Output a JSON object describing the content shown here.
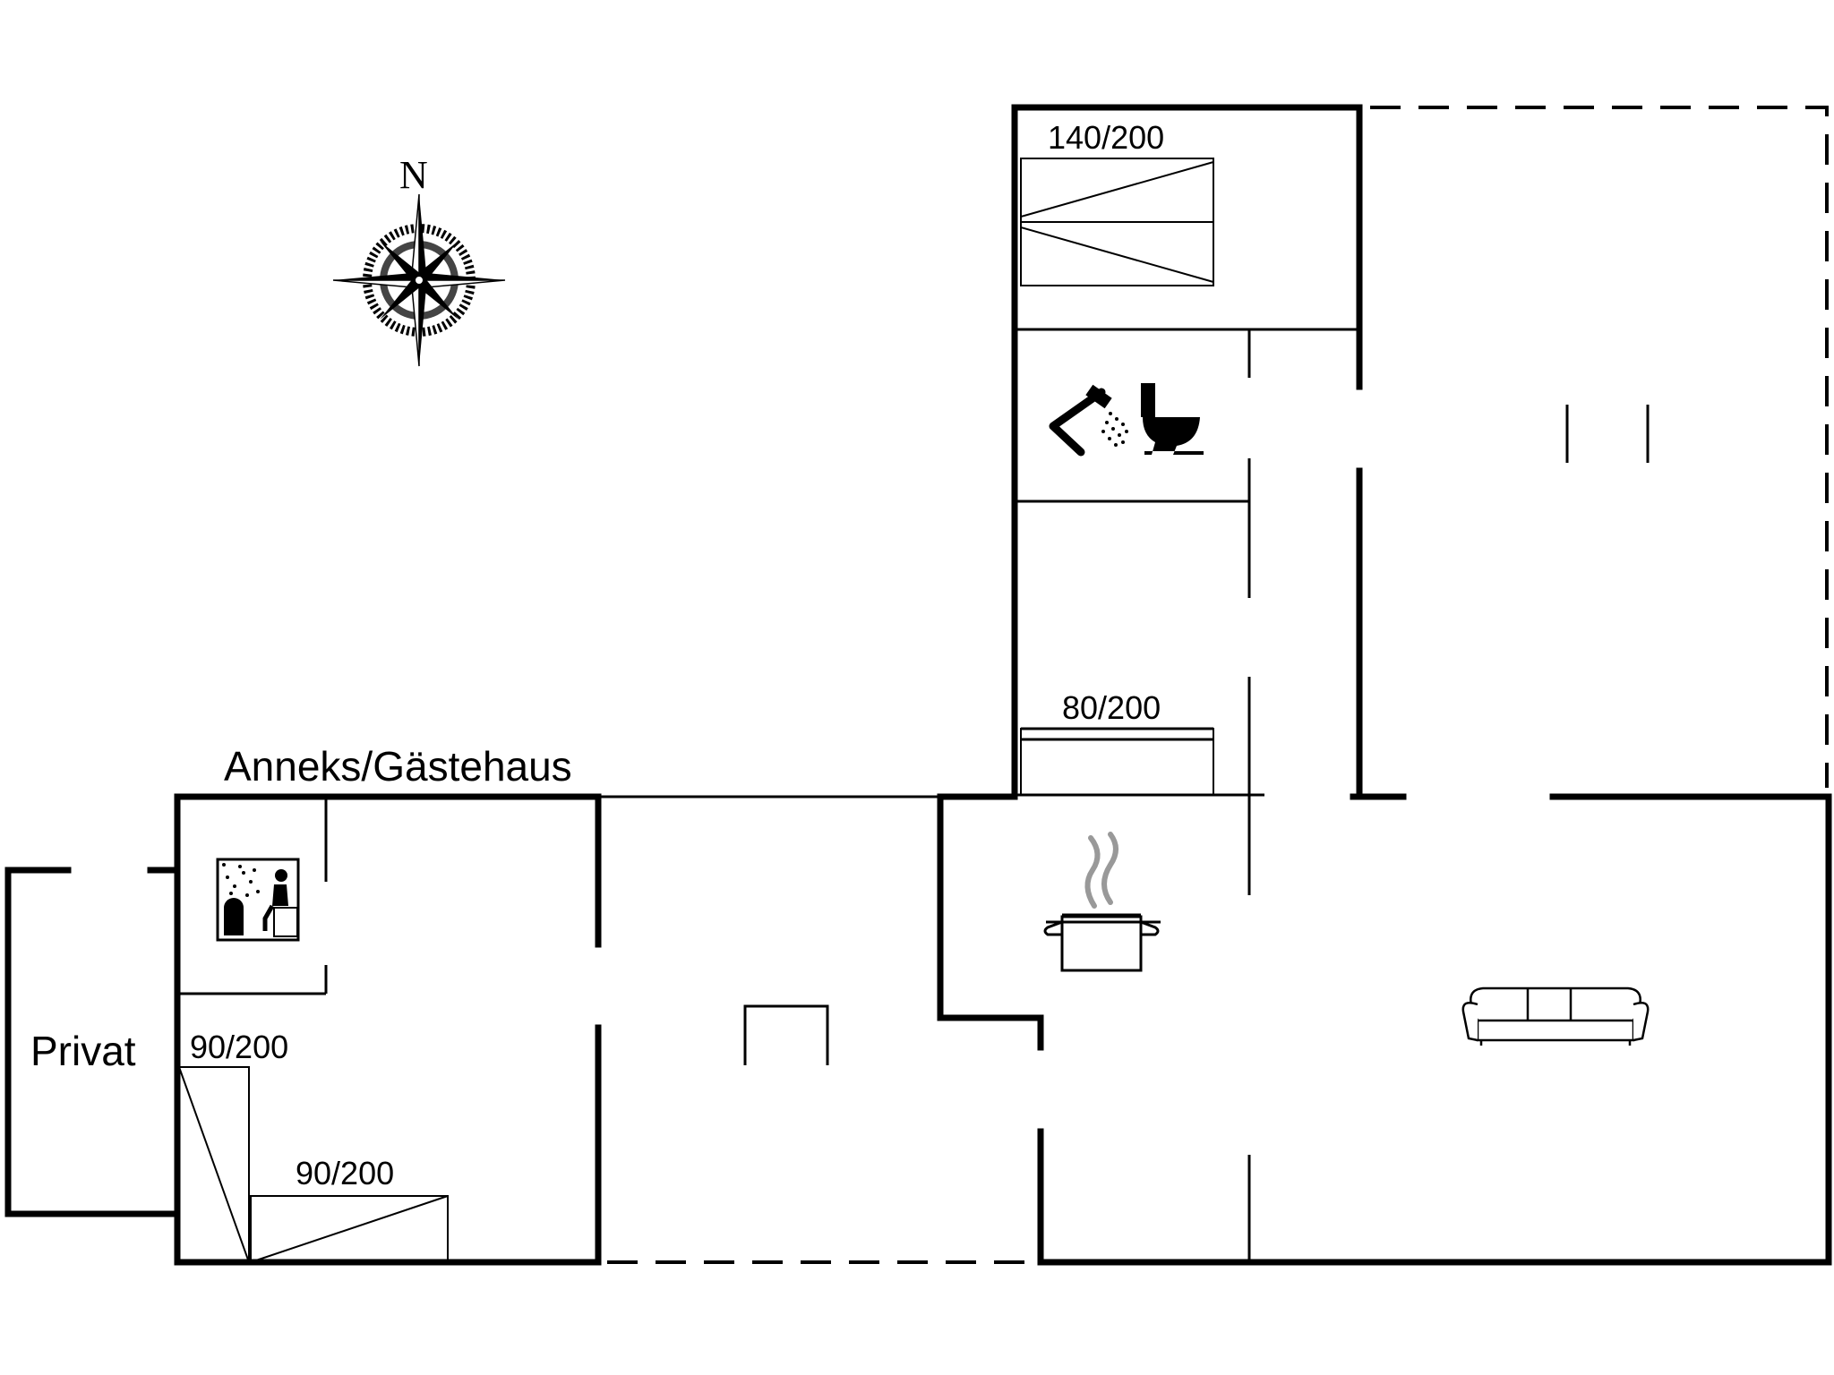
{
  "labels": {
    "annex": "Anneks/Gästehaus",
    "private": "Privat"
  },
  "compass": {
    "north": "N"
  },
  "beds": [
    {
      "size": "140/200"
    },
    {
      "size": "80/200"
    },
    {
      "size": "90/200"
    },
    {
      "size": "90/200"
    }
  ],
  "icons": [
    "compass-icon",
    "shower-icon",
    "toilet-icon",
    "sauna-icon",
    "cooking-pot-icon",
    "sofa-icon",
    "fireplace-icon"
  ]
}
